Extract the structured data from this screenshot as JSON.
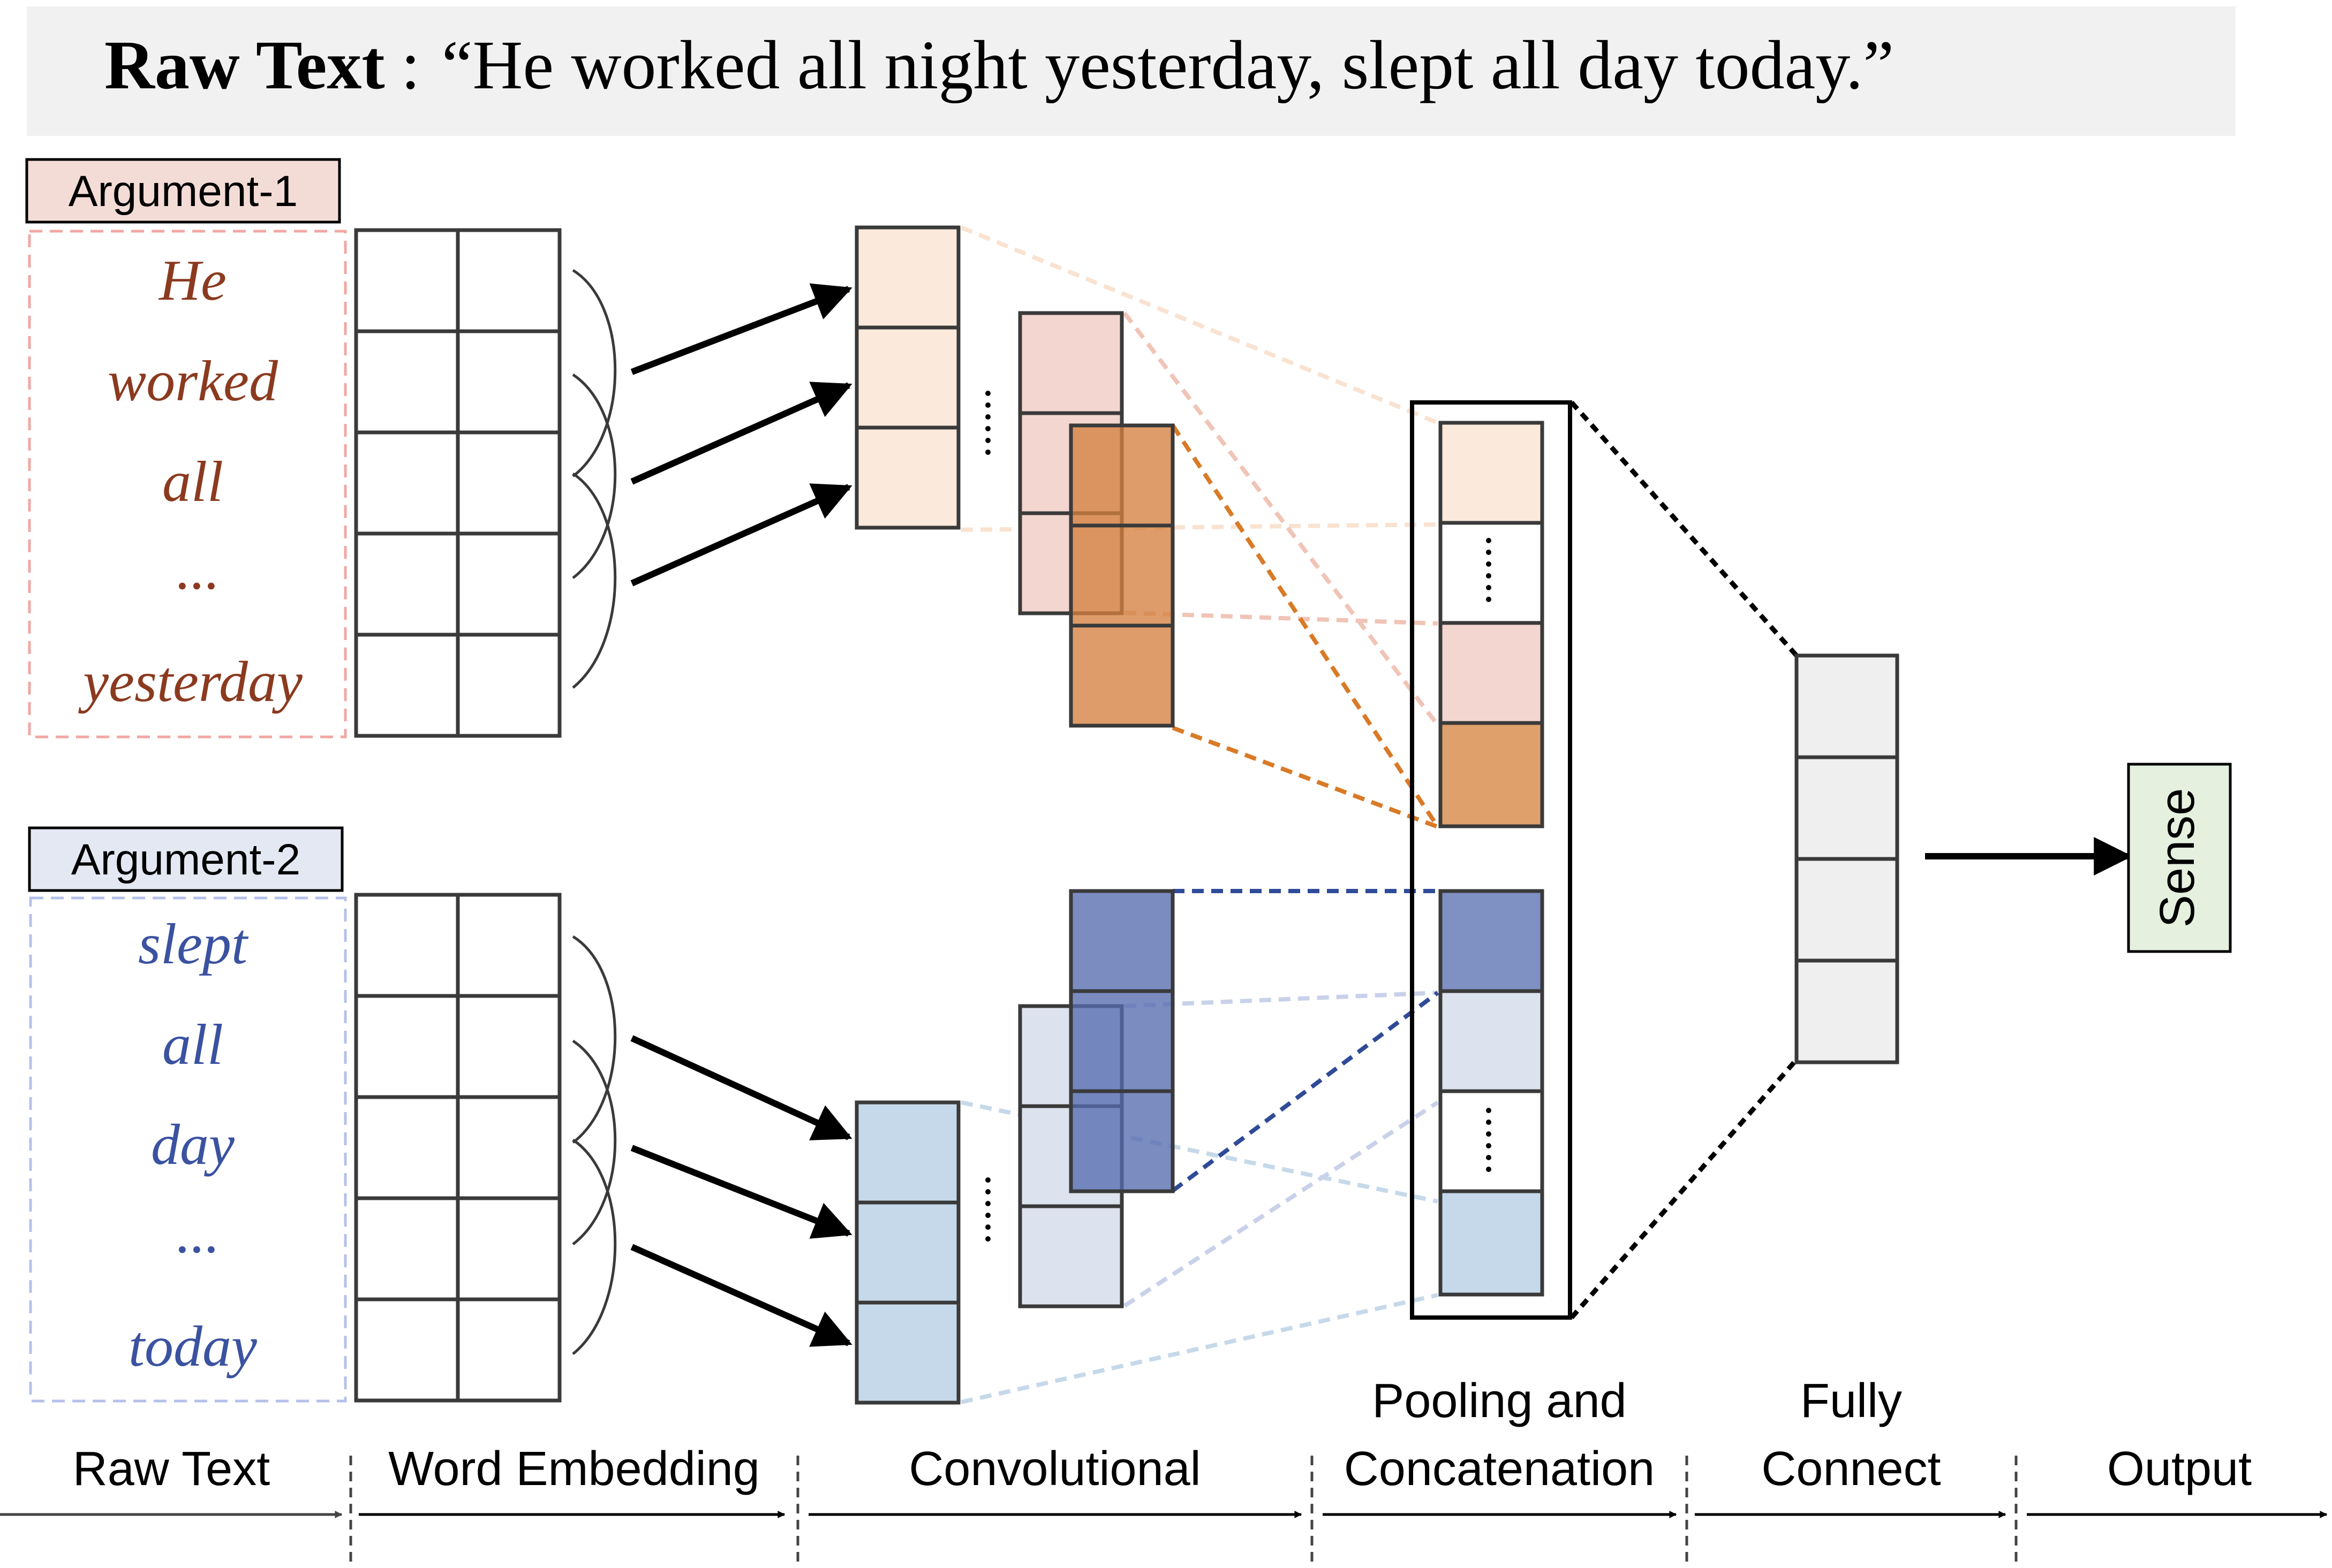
{
  "header": {
    "label": "Raw Text",
    "separator": ":",
    "quote": "“He worked all night yesterday,  slept all day today.”"
  },
  "arguments": [
    {
      "label": "Argument-1",
      "words": [
        "He",
        "worked",
        "all",
        "...",
        "yesterday"
      ],
      "color": "#8b3a1f",
      "tag_fill": "#f4dcd6",
      "border_color": "#f2a7a3"
    },
    {
      "label": "Argument-2",
      "words": [
        "slept",
        "all",
        "day",
        "...",
        "today"
      ],
      "color": "#3a52a0",
      "tag_fill": "#e3e8f3",
      "border_color": "#b5c1ea"
    }
  ],
  "output_label": "Sense",
  "colors": {
    "cell_light_peach": "#fbe9dc",
    "cell_pink": "#f3d6cf",
    "cell_orange": "#e0a06c",
    "cell_blue_dark": "#7f90c3",
    "cell_blue_lavender": "#dde2ef",
    "cell_blue_light": "#c6d9ea",
    "fully_connect_fill": "#efefef",
    "sense_fill": "#e5f1de",
    "orange_line": "#d97a26",
    "blue_line": "#2f4b98"
  },
  "stages": [
    "Raw Text",
    "Word Embedding",
    "Convolutional",
    "Pooling and\nConcatenation",
    "Fully\nConnect",
    "Output"
  ]
}
